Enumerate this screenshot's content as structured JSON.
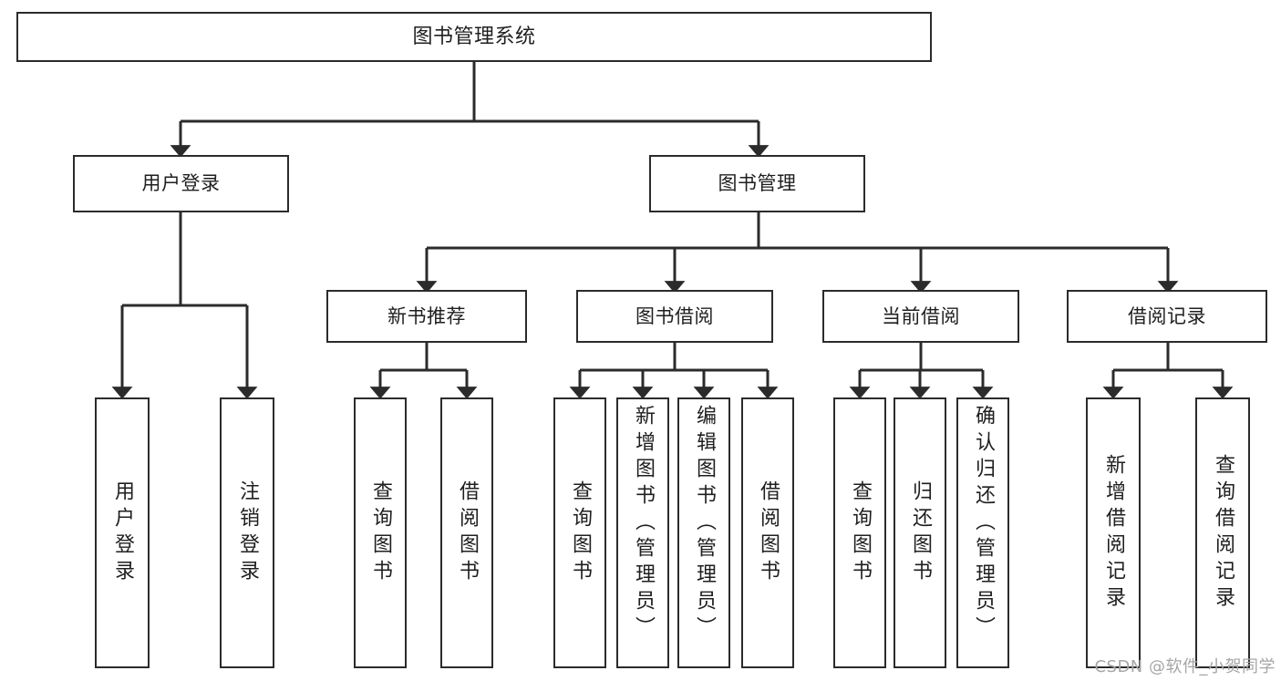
{
  "diagram": {
    "title": "图书管理系统",
    "type": "tree",
    "colors": {
      "background": "#ffffff",
      "stroke": "#2b2b2b",
      "node_fill": "#ffffff",
      "text": "#1f1f1f",
      "watermark": "#a6a6a6"
    },
    "watermark": "CSDN @软件_小贺同学",
    "root": {
      "label": "图书管理系统"
    },
    "level2": [
      {
        "label": "用户登录"
      },
      {
        "label": "图书管理"
      }
    ],
    "level3": [
      {
        "label": "新书推荐"
      },
      {
        "label": "图书借阅"
      },
      {
        "label": "当前借阅"
      },
      {
        "label": "借阅记录"
      }
    ],
    "leaves": {
      "user_login": [
        {
          "label": "用户登录"
        },
        {
          "label": "注销登录"
        }
      ],
      "new_book_recommend": [
        {
          "label": "查询图书"
        },
        {
          "label": "借阅图书"
        }
      ],
      "book_borrow": [
        {
          "label": "查询图书"
        },
        {
          "label": "新增图书（管理员）"
        },
        {
          "label": "编辑图书（管理员）"
        },
        {
          "label": "借阅图书"
        }
      ],
      "current_borrow": [
        {
          "label": "查询图书"
        },
        {
          "label": "归还图书"
        },
        {
          "label": "确认归还（管理员）"
        }
      ],
      "borrow_records": [
        {
          "label": "新增借阅记录"
        },
        {
          "label": "查询借阅记录"
        }
      ]
    }
  }
}
